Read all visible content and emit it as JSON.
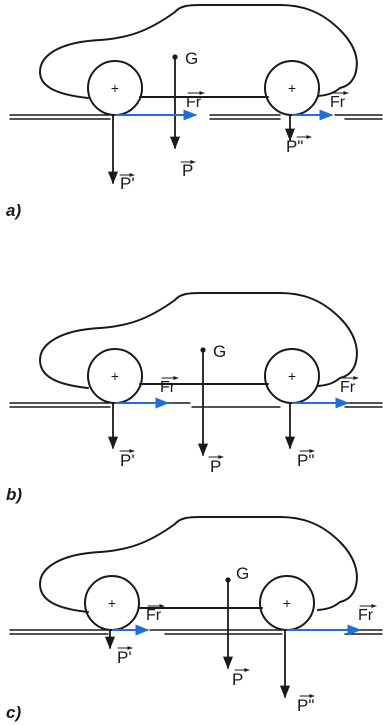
{
  "colors": {
    "ink": "#1a1a1a",
    "friction_arrow": "#1f6fd6",
    "background": "#ffffff"
  },
  "labels": {
    "center_of_gravity": "G",
    "weight": "P",
    "front_reaction": "P'",
    "rear_reaction": "P\"",
    "friction": "Fr",
    "wheel_center": "+"
  },
  "panels": [
    {
      "id": "a",
      "label": "a)"
    },
    {
      "id": "b",
      "label": "b)"
    },
    {
      "id": "c",
      "label": "c)"
    }
  ]
}
